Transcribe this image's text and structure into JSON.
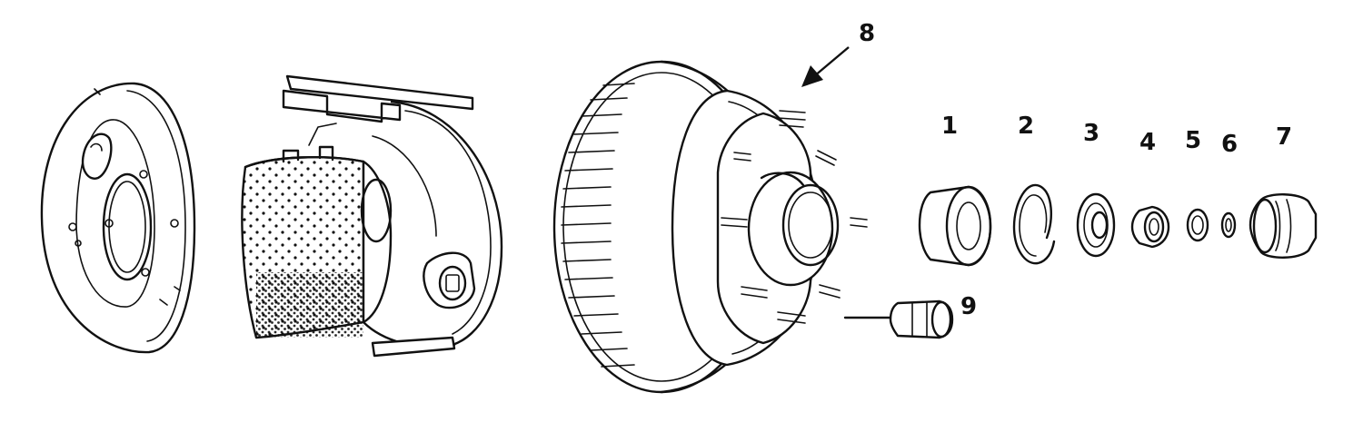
{
  "diagram": {
    "type": "exploded-parts-diagram",
    "part_labels": [
      {
        "id": "label-1",
        "text": "1"
      },
      {
        "id": "label-2",
        "text": "2"
      },
      {
        "id": "label-3",
        "text": "3"
      },
      {
        "id": "label-4",
        "text": "4"
      },
      {
        "id": "label-5",
        "text": "5"
      },
      {
        "id": "label-6",
        "text": "6"
      },
      {
        "id": "label-7",
        "text": "7"
      },
      {
        "id": "label-8",
        "text": "8"
      },
      {
        "id": "label-9",
        "text": "9"
      }
    ],
    "colors": {
      "line": "#111111",
      "background": "#ffffff"
    },
    "icons": [
      "backing-plate-icon",
      "brake-shoe-icon",
      "hub-drum-icon",
      "bearing-icon",
      "retainer-ring-icon",
      "seal-icon",
      "nut-icon",
      "washer-icon",
      "dust-cap-icon",
      "lug-nut-icon",
      "arrow-icon"
    ]
  }
}
